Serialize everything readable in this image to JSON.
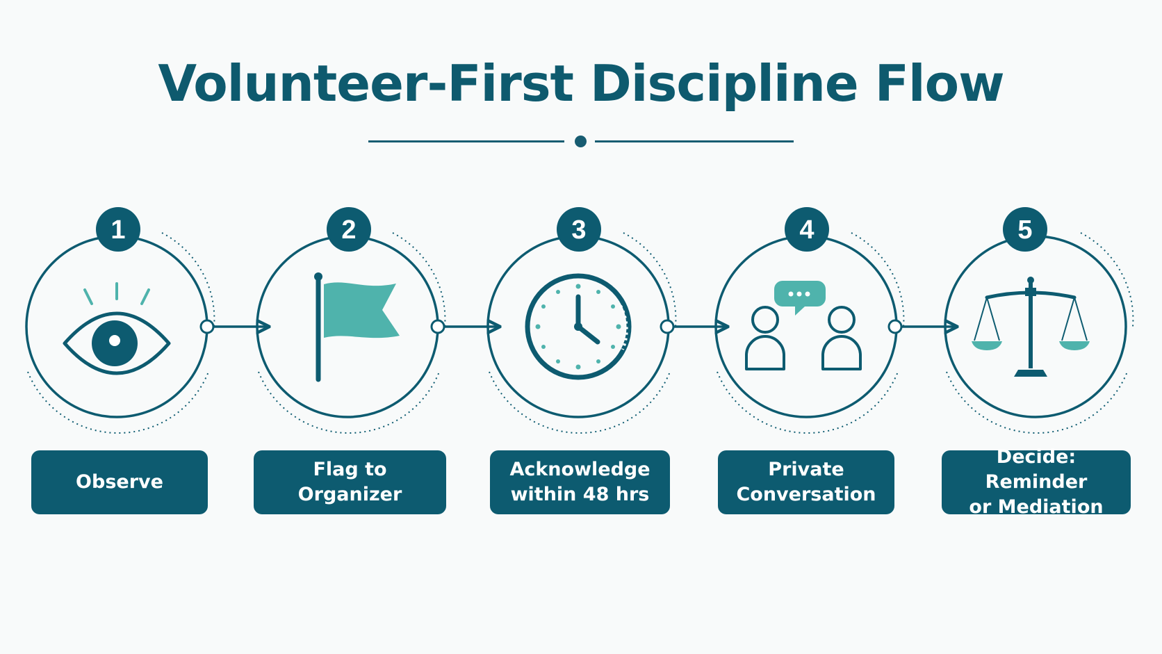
{
  "title": "Volunteer-First Discipline Flow",
  "colors": {
    "primary": "#0d5b70",
    "accent": "#4fb3ac",
    "background": "#f8fafa"
  },
  "steps": [
    {
      "number": "1",
      "label": "Observe",
      "icon": "eye-icon"
    },
    {
      "number": "2",
      "label": "Flag to Organizer",
      "icon": "flag-icon"
    },
    {
      "number": "3",
      "label": "Acknowledge\nwithin 48 hrs",
      "icon": "clock-icon"
    },
    {
      "number": "4",
      "label": "Private\nConversation",
      "icon": "conversation-icon"
    },
    {
      "number": "5",
      "label": "Decide: Reminder\nor Mediation",
      "icon": "scales-icon"
    }
  ]
}
